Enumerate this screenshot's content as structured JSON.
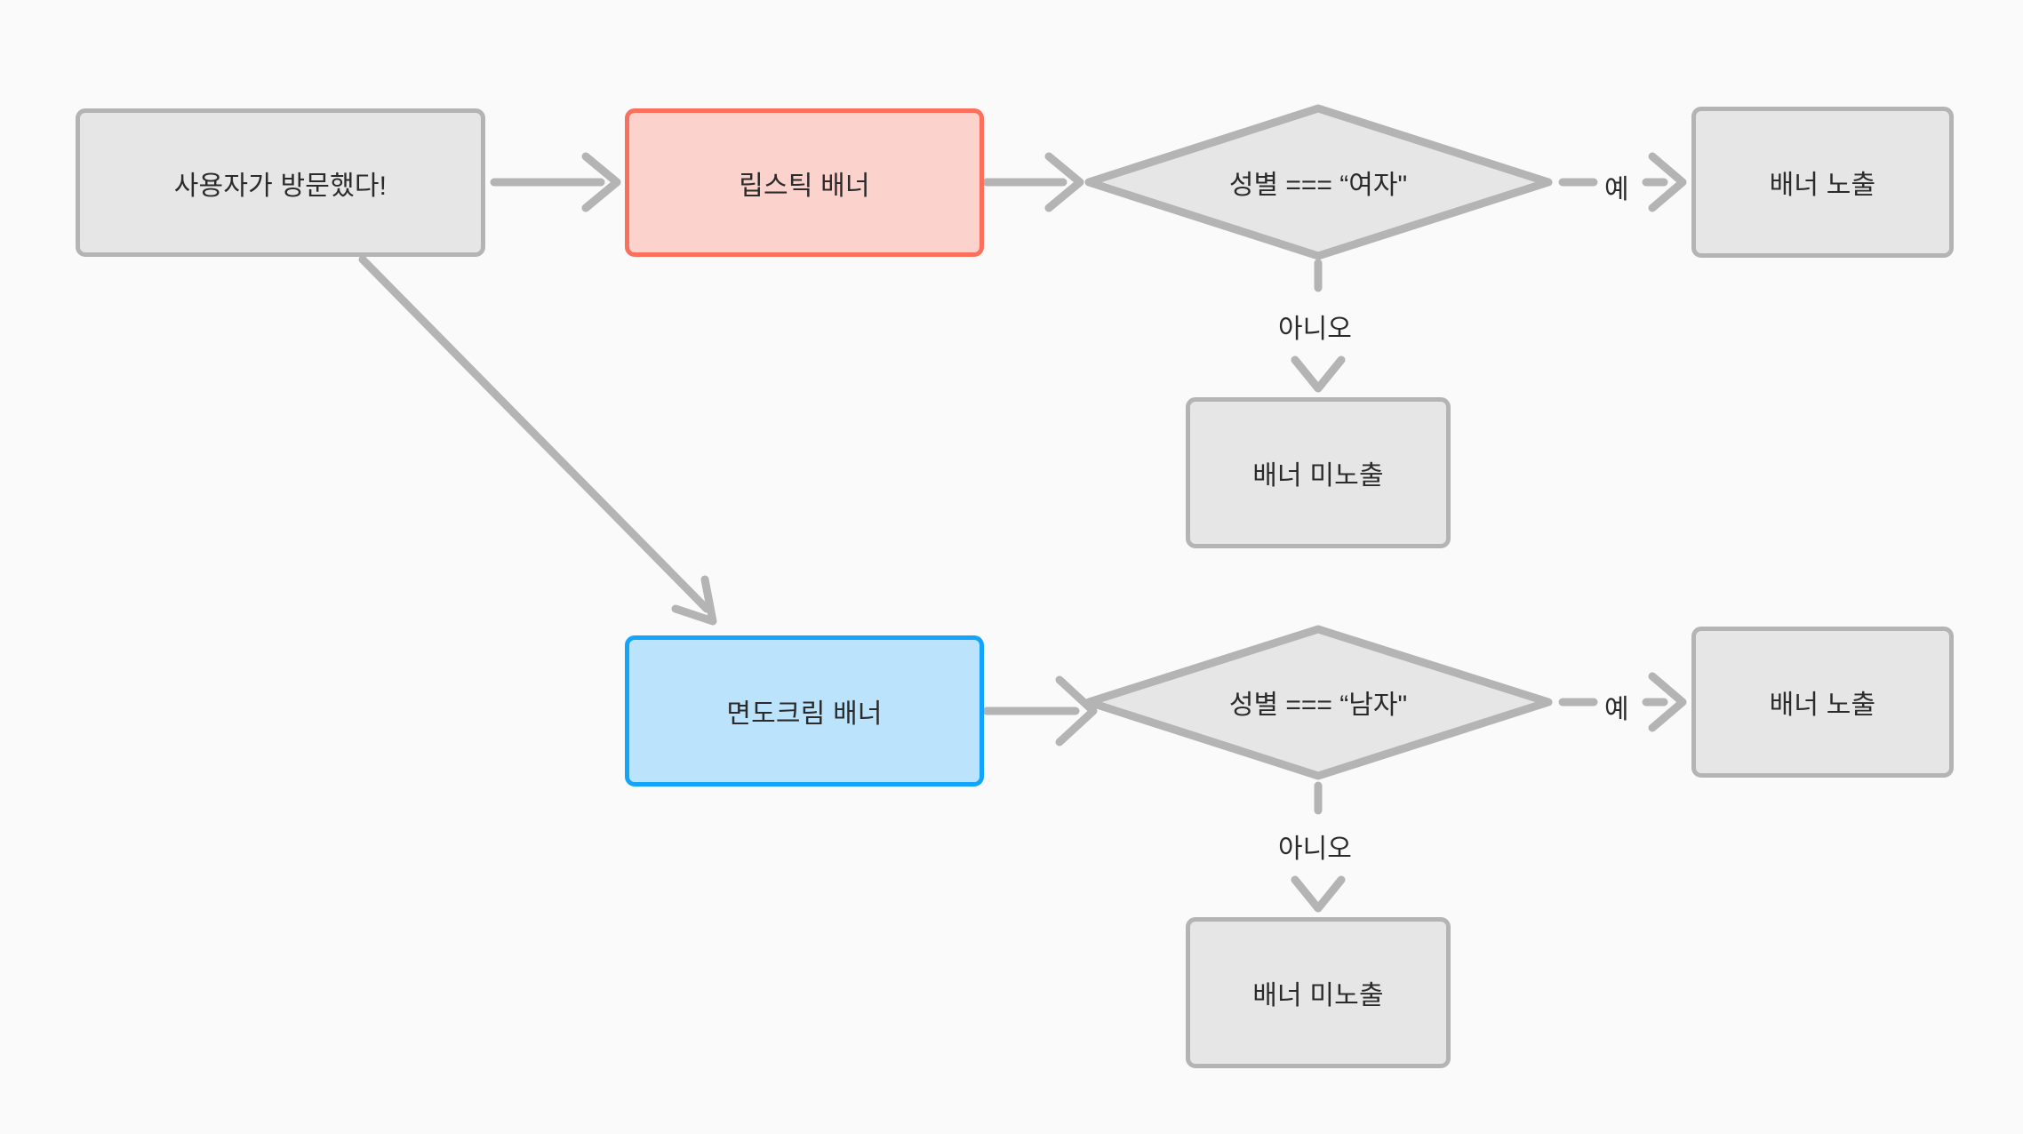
{
  "diagram": {
    "title_present": false,
    "background_color": "#fafafa",
    "type": "flowchart",
    "palette": {
      "gray_fill": "#e6e6e6",
      "gray_stroke": "#b4b4b4",
      "red_fill": "#fcd2cc",
      "red_stroke": "#fb6f5d",
      "blue_fill": "#bbe3fb",
      "blue_stroke": "#12a5fb",
      "text": "#2b2b2b",
      "connector": "#b4b4b4"
    },
    "nodes": {
      "start": {
        "label": "사용자가 방문했다!",
        "shape": "rounded-rect",
        "style": "gray"
      },
      "lipstick_banner": {
        "label": "립스틱 배너",
        "shape": "rounded-rect",
        "style": "red"
      },
      "shaving_cream_banner": {
        "label": "면도크림 배너",
        "shape": "rounded-rect",
        "style": "blue"
      },
      "decision_female": {
        "label": "성별 === “여자\"",
        "shape": "diamond",
        "style": "gray"
      },
      "decision_male": {
        "label": "성별 === “남자\"",
        "shape": "diamond",
        "style": "gray"
      },
      "show_banner_female": {
        "label": "배너 노출",
        "shape": "rounded-rect",
        "style": "gray"
      },
      "hide_banner_female": {
        "label": "배너 미노출",
        "shape": "rounded-rect",
        "style": "gray"
      },
      "show_banner_male": {
        "label": "배너 노출",
        "shape": "rounded-rect",
        "style": "gray"
      },
      "hide_banner_male": {
        "label": "배너 미노출",
        "shape": "rounded-rect",
        "style": "gray"
      }
    },
    "edge_labels": {
      "yes_female": "예",
      "no_female": "아니오",
      "yes_male": "예",
      "no_male": "아니오"
    },
    "edges": [
      {
        "from": "start",
        "to": "lipstick_banner",
        "label": ""
      },
      {
        "from": "start",
        "to": "shaving_cream_banner",
        "label": ""
      },
      {
        "from": "lipstick_banner",
        "to": "decision_female",
        "label": ""
      },
      {
        "from": "decision_female",
        "to": "show_banner_female",
        "label": "예"
      },
      {
        "from": "decision_female",
        "to": "hide_banner_female",
        "label": "아니오"
      },
      {
        "from": "shaving_cream_banner",
        "to": "decision_male",
        "label": ""
      },
      {
        "from": "decision_male",
        "to": "show_banner_male",
        "label": "예"
      },
      {
        "from": "decision_male",
        "to": "hide_banner_male",
        "label": "아니오"
      }
    ]
  }
}
